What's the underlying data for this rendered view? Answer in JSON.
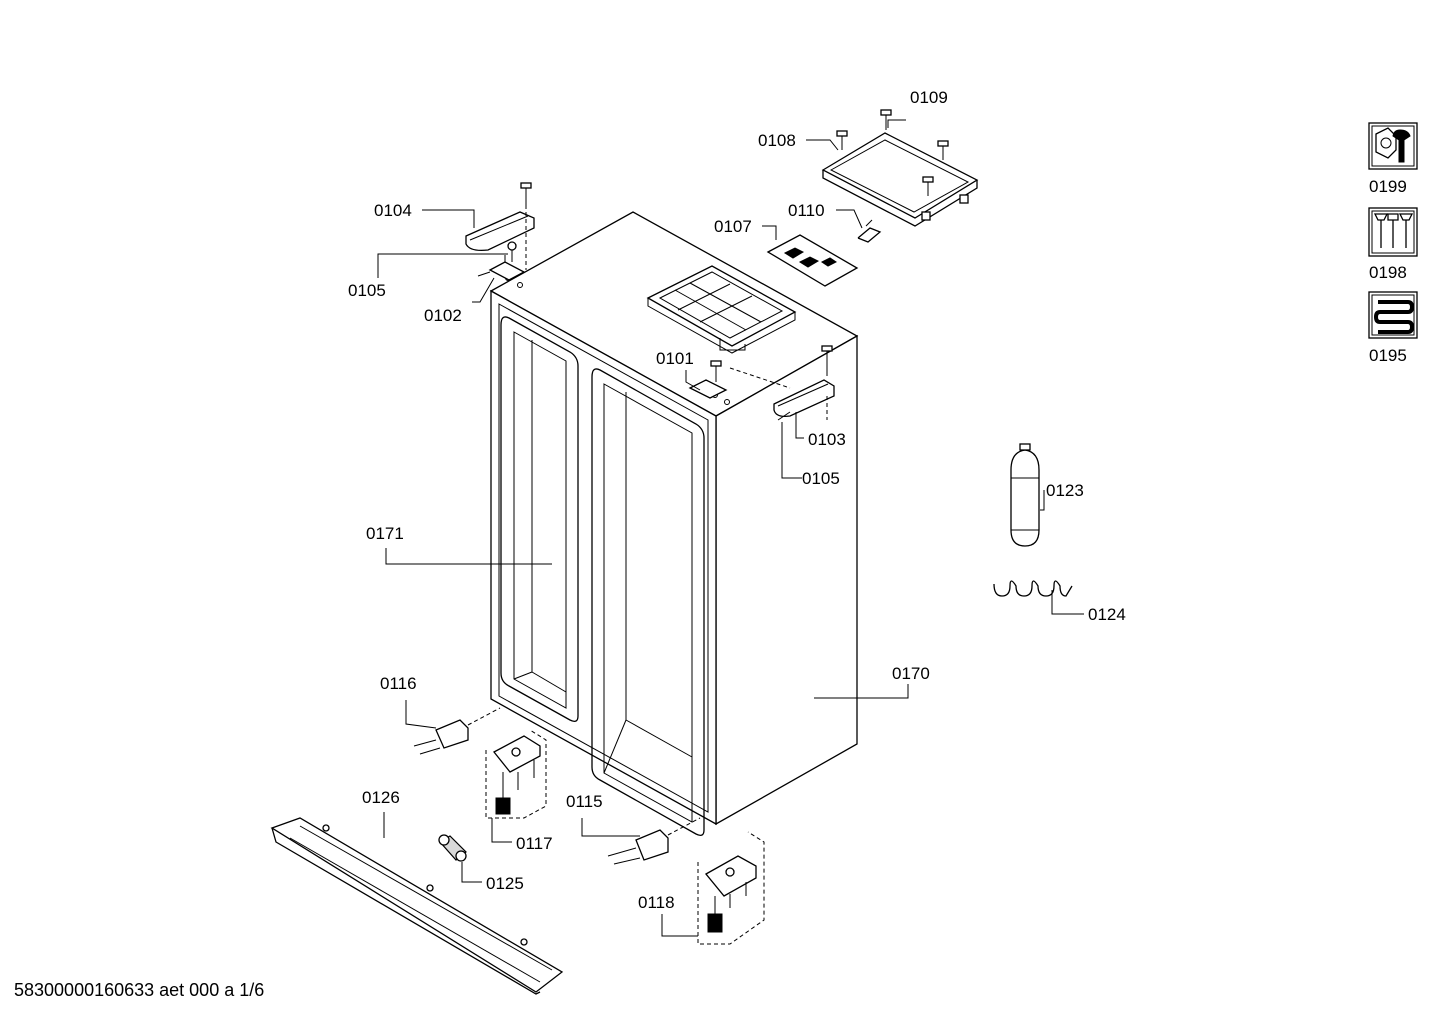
{
  "labels": {
    "p0109": "0109",
    "p0108": "0108",
    "p0110": "0110",
    "p0107": "0107",
    "p0104": "0104",
    "p0105a": "0105",
    "p0102": "0102",
    "p0101": "0101",
    "p0103": "0103",
    "p0105b": "0105",
    "p0123": "0123",
    "p0124": "0124",
    "p0171": "0171",
    "p0170": "0170",
    "p0116": "0116",
    "p0126": "0126",
    "p0117": "0117",
    "p0115": "0115",
    "p0125": "0125",
    "p0118": "0118"
  },
  "legend": {
    "tools": "0199",
    "screws": "0198",
    "tubing": "0195"
  },
  "footer": {
    "doc_id": "58300000160633 aet 000 a 1/6"
  }
}
